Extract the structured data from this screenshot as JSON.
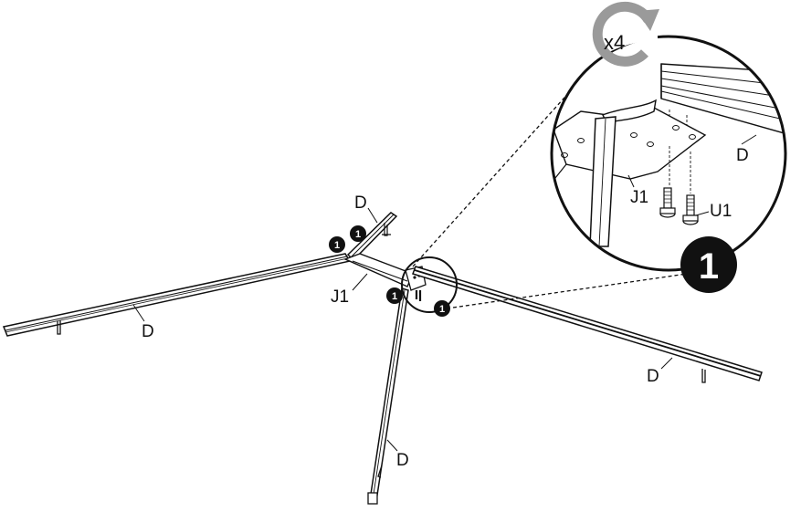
{
  "labels": {
    "rail_upper": "D",
    "rail_left": "D",
    "rail_right": "D",
    "rail_bottom": "D",
    "rail_detail": "D",
    "bracket_main": "J1",
    "bracket_detail": "J1",
    "screw_detail": "U1"
  },
  "step": {
    "number": "1",
    "repeat": "x4"
  },
  "colors": {
    "ink": "#111111",
    "paper": "#ffffff",
    "arrow_gray": "#9a9a9a"
  }
}
